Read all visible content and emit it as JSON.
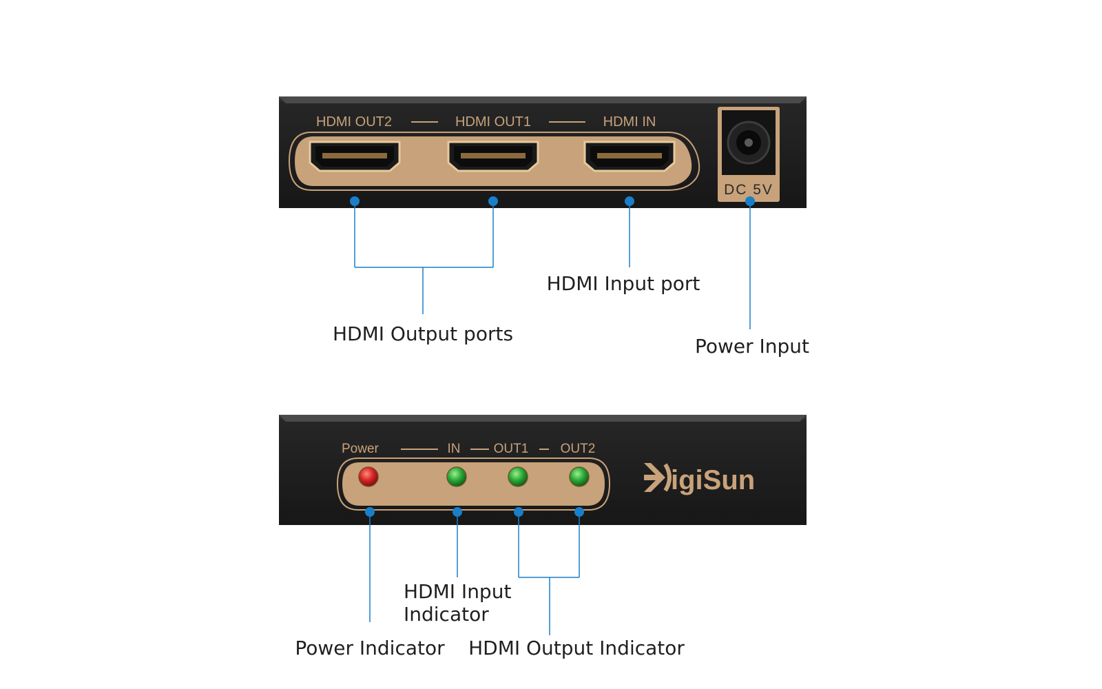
{
  "colors": {
    "panel": "#1f1f1f",
    "panel_edge": "#3a3a3a",
    "gold": "#c8a27a",
    "gold_dark": "#a8805a",
    "leader": "#1a7fc8",
    "led_power": "#d42424",
    "led_status": "#2aa836"
  },
  "rear_panel": {
    "label_out2": "HDMI OUT2",
    "label_out1": "HDMI OUT1",
    "label_in": "HDMI IN",
    "label_dc": "DC 5V"
  },
  "front_panel": {
    "label_power": "Power",
    "label_in": "IN",
    "label_out1": "OUT1",
    "label_out2": "OUT2",
    "brand": "igiSun"
  },
  "callouts": {
    "hdmi_output_ports": "HDMI Output ports",
    "hdmi_input_port": "HDMI Input port",
    "power_input": "Power Input",
    "hdmi_input_indicator_line1": "HDMI Input",
    "hdmi_input_indicator_line2": "Indicator",
    "power_indicator": "Power Indicator",
    "hdmi_output_indicator": "HDMI Output Indicator"
  }
}
